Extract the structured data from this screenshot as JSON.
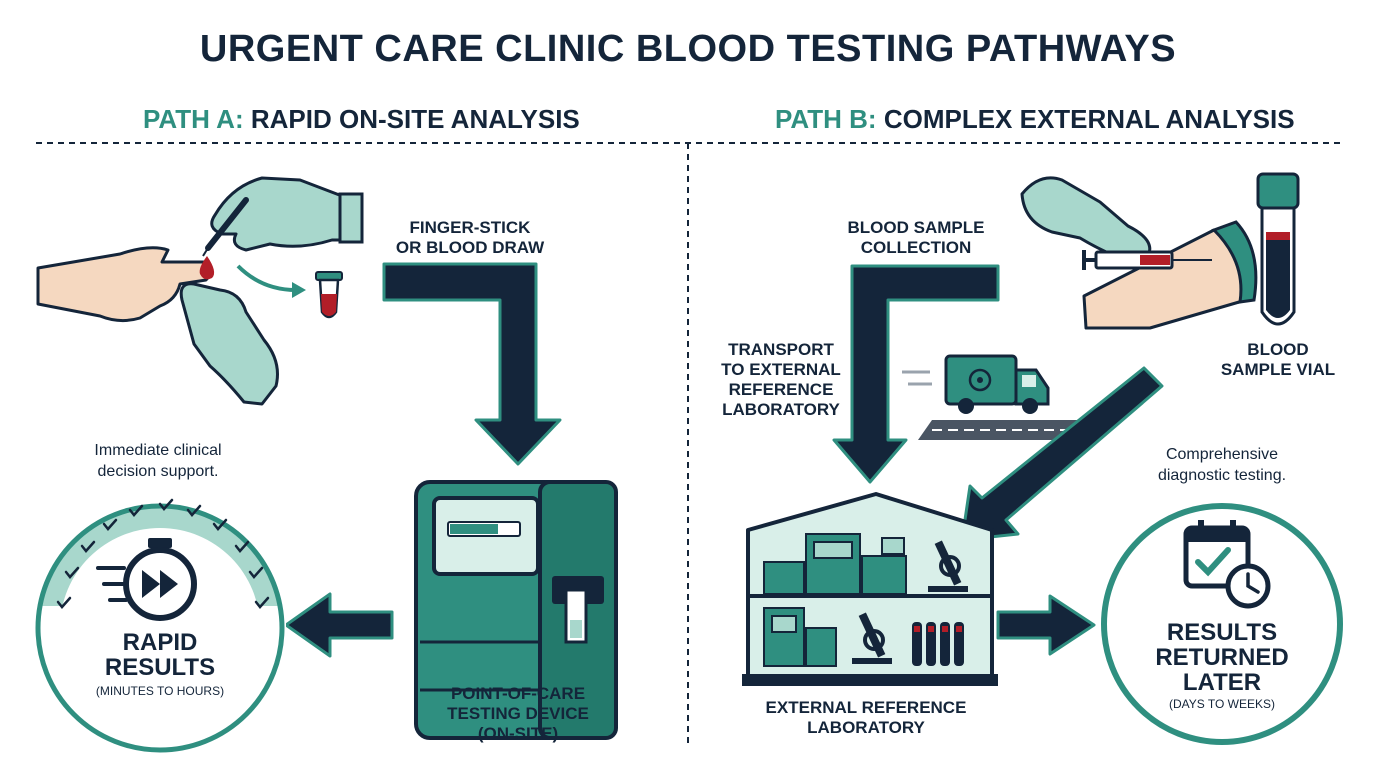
{
  "title": "URGENT CARE CLINIC BLOOD TESTING PATHWAYS",
  "colors": {
    "navy": "#14253a",
    "teal": "#2f8f80",
    "mint": "#a8d7cc",
    "skin": "#f5d8c0",
    "blood": "#b21e28"
  },
  "path_a": {
    "tag": "PATH A:",
    "heading": "RAPID ON-SITE ANALYSIS",
    "step_collect": "FINGER-STICK\nOR BLOOD DRAW",
    "device_label": "POINT-OF-CARE\nTESTING DEVICE\n(ON-SITE)",
    "note": "Immediate clinical\ndecision support.",
    "result_title": "RAPID\nRESULTS",
    "result_sub": "(MINUTES TO HOURS)",
    "icons": [
      "finger-stick-icon",
      "blood-drop-icon",
      "blood-tube-icon",
      "testing-device-icon",
      "stopwatch-icon",
      "fast-forward-icon"
    ]
  },
  "path_b": {
    "tag": "PATH B:",
    "heading": "COMPLEX EXTERNAL ANALYSIS",
    "step_collect": "BLOOD SAMPLE\nCOLLECTION",
    "vial_label": "BLOOD\nSAMPLE VIAL",
    "transport_label": "TRANSPORT\nTO EXTERNAL\nREFERENCE\nLABORATORY",
    "lab_label": "EXTERNAL REFERENCE\nLABORATORY",
    "note": "Comprehensive\ndiagnostic testing.",
    "result_title": "RESULTS\nRETURNED\nLATER",
    "result_sub": "(DAYS TO WEEKS)",
    "icons": [
      "syringe-icon",
      "vial-icon",
      "biohazard-truck-icon",
      "laboratory-icon",
      "microscope-icon",
      "calendar-clock-icon"
    ]
  }
}
